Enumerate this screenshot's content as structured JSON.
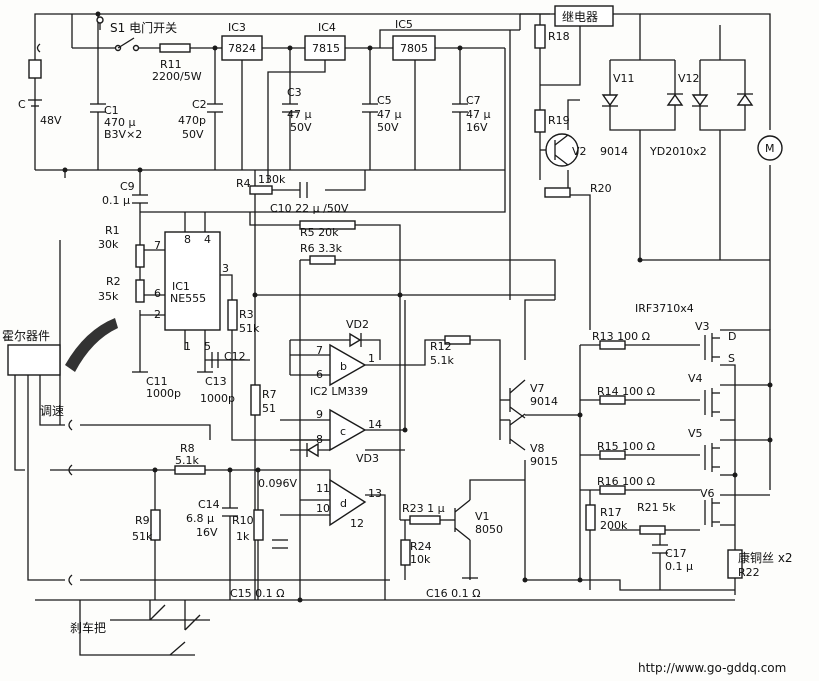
{
  "labels": {
    "s1": "S1 电门开关",
    "r11": "R11",
    "r11v": "2200/5W",
    "ic3": "IC3",
    "ic3v": "7824",
    "ic4": "IC4",
    "ic4v": "7815",
    "ic5": "IC5",
    "ic5v": "7805",
    "relay": "继电器",
    "r18": "R18",
    "r19": "R19",
    "v2": "V2",
    "v2v": "9014",
    "r20": "R20",
    "v11": "V11",
    "v12": "V12",
    "yd": "YD2010x2",
    "motor": "M",
    "cbat": "C",
    "v48": "48V",
    "c1": "C1",
    "c1v": "470 μ",
    "c1v2": "B3V×2",
    "c2": "C2",
    "c2v": "470p",
    "c2v2": "50V",
    "c3": "C3",
    "c3v": "47 μ",
    "c3v2": "50V",
    "c5": "C5",
    "c5v": "47 μ",
    "c5v2": "50V",
    "c7": "C7",
    "c7v": "47 μ",
    "c7v2": "16V",
    "r4": "R4",
    "r4v": "130k",
    "c9": "C9",
    "c9v": "0.1 μ",
    "c10": "C10  22 μ /50V",
    "r5": "R5  20k",
    "r6": "R6  3.3k",
    "r1": "R1",
    "r1v": "30k",
    "r2": "R2",
    "r2v": "35k",
    "ic1": "IC1",
    "ic1v": "NE555",
    "p7": "7",
    "p8": "8",
    "p4": "4",
    "p3": "3",
    "p6": "6",
    "p2": "2",
    "p1": "1",
    "p5": "5",
    "r3": "R3",
    "r3v": "51k",
    "c11": "C11",
    "c11v": "1000p",
    "c12": "C12",
    "c13": "C13",
    "c13v": "1000p",
    "hall": "霍尔器件",
    "speed": "调速",
    "vd2": "VD2",
    "opb": "b",
    "opc": "c",
    "opd": "d",
    "ic2": "IC2  LM339",
    "r12": "R12",
    "r12v": "5.1k",
    "r7": "R7",
    "r7v": "51",
    "vd3": "VD3",
    "r8": "R8",
    "r8v": "5.1k",
    "v0096": "0.096V",
    "c14": "C14",
    "c14v": "6.8 μ",
    "c14v2": "16V",
    "r10": "R10",
    "r10v": "1k",
    "r9": "R9",
    "r9v": "51k",
    "c15": "C15  0.1 Ω",
    "r23": "R23  1 μ",
    "r24": "R24",
    "r24v": "10k",
    "v1": "V1",
    "v1v": "8050",
    "c16": "C16  0.1 Ω",
    "v7": "V7",
    "v7v": "9014",
    "v8": "V8",
    "v8v": "9015",
    "irf": "IRF3710x4",
    "r13": "R13  100 Ω",
    "r14": "R14  100 Ω",
    "r15": "R15  100 Ω",
    "r16": "R16  100 Ω",
    "r17": "R17",
    "r17v": "200k",
    "r21": "R21  5k",
    "c17": "C17",
    "c17v": "0.1 μ",
    "v3": "V3",
    "v4": "V4",
    "v5": "V5",
    "v6": "V6",
    "d": "D",
    "s": "S",
    "kang": "康铜丝 x2",
    "r22": "R22",
    "brake": "刹车把",
    "pin7": "7",
    "pin6": "6",
    "pin1": "1",
    "pin9": "9",
    "pin8": "8",
    "pin14": "14",
    "pin11": "11",
    "pin10": "10",
    "pin13": "13",
    "pin12": "12",
    "url": "http://www.go-gddq.com"
  }
}
